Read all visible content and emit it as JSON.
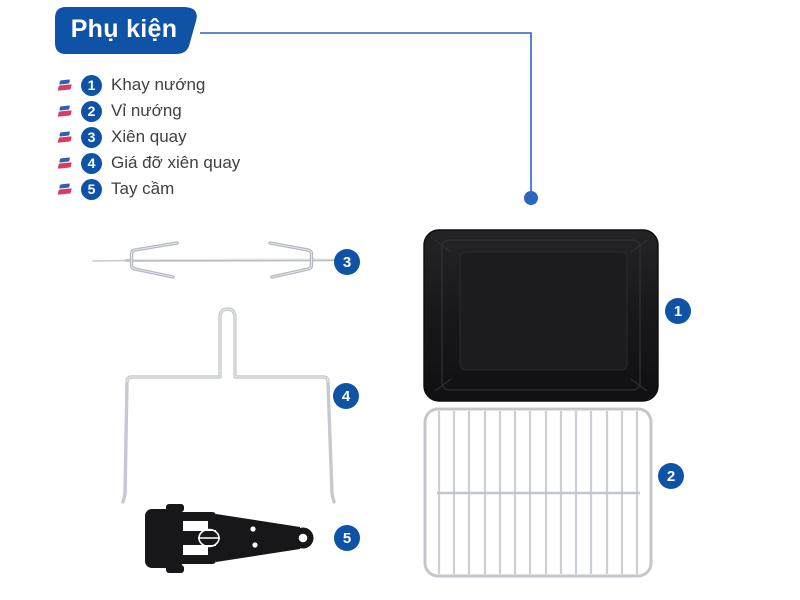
{
  "header": {
    "title": "Phụ kiện"
  },
  "legend": {
    "items": [
      {
        "number": "1",
        "label": "Khay nướng"
      },
      {
        "number": "2",
        "label": "Vỉ nướng"
      },
      {
        "number": "3",
        "label": "Xiên quay"
      },
      {
        "number": "4",
        "label": "Giá đỡ xiên quay"
      },
      {
        "number": "5",
        "label": "Tay cầm"
      }
    ]
  },
  "figures": {
    "tray_badge": "1",
    "rack_badge": "2",
    "skewer_badge": "3",
    "holder_badge": "4",
    "handle_badge": "5"
  },
  "colors": {
    "badge_blue": "#0e53a6",
    "connector_blue": "#2b66bf",
    "text_dark": "#3e4144",
    "wire_gray": "#c6cad0",
    "tray_black": "#1b1b1d",
    "logo_blue": "#3060b4",
    "logo_red": "#d93a62"
  }
}
